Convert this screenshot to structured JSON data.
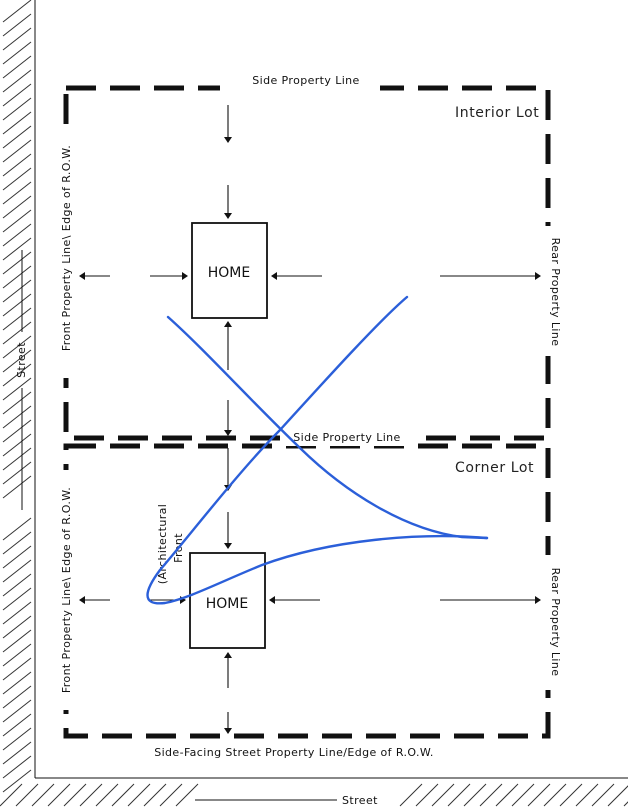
{
  "streets": {
    "left": "Street",
    "bottom": "Street"
  },
  "interior_lot": {
    "title": "Interior Lot",
    "side_line": "Side Property Line",
    "front_line": "Front Property Line\\ Edge of R.O.W.",
    "rear_line": "Rear Property Line",
    "home": "HOME"
  },
  "corner_lot": {
    "title": "Corner Lot",
    "side_line": "Side Property Line",
    "front_line": "Front Property Line\\ Edge of R.O.W.",
    "rear_line": "Rear Property Line",
    "bottom_line": "Side-Facing Street Property Line/Edge of R.O.W.",
    "architectural_front_1": "(Architectural",
    "architectural_front_2": "Front",
    "home": "HOME"
  },
  "colors": {
    "ink": "#111111",
    "annotation": "#2b5fd9"
  }
}
